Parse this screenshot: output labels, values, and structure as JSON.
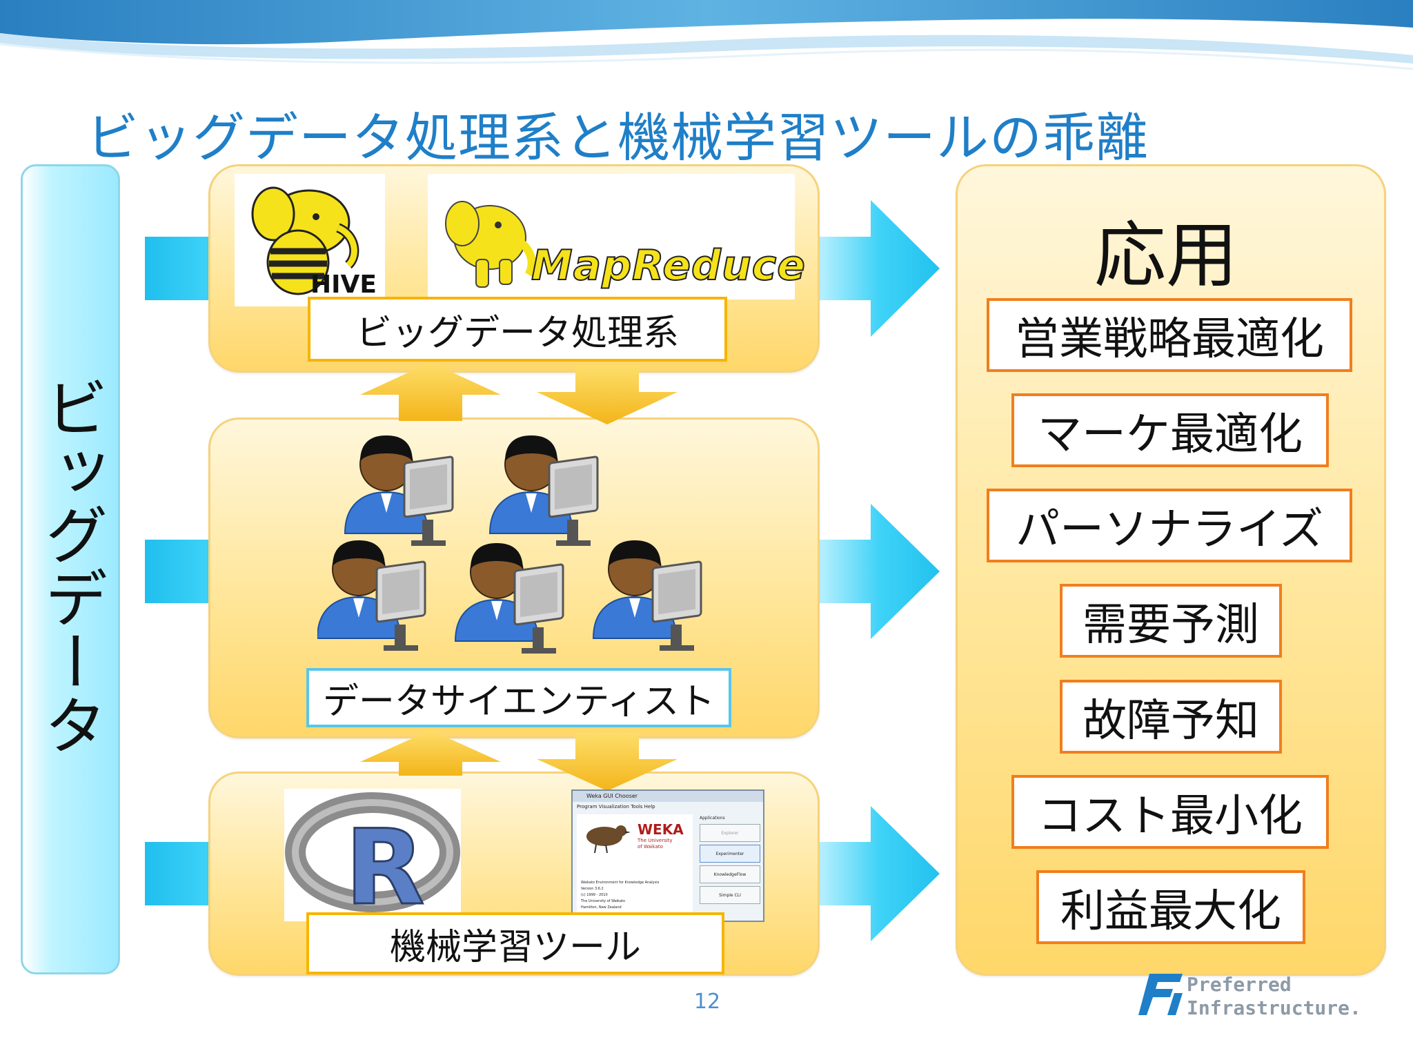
{
  "slide": {
    "title": "ビッグデータ処理系と機械学習ツールの乖離",
    "page_number": "12"
  },
  "left_bar": {
    "label": "ビッグデータ"
  },
  "panels": {
    "processing": {
      "label": "ビッグデータ処理系",
      "hive_text": "HIVE",
      "mapreduce_text": "MapReduce"
    },
    "scientists": {
      "label": "データサイエンティスト"
    },
    "ml_tools": {
      "label": "機械学習ツール",
      "r_text": "R",
      "weka": {
        "window_title": "Weka GUI Chooser",
        "menu": "Program  Visualization  Tools  Help",
        "brand": "WEKA",
        "univ1": "The University",
        "univ2": "of Waikato",
        "apps_header": "Applications",
        "buttons": [
          "Explorer",
          "Experimenter",
          "KnowledgeFlow",
          "Simple CLI"
        ],
        "info1": "Waikato Environment for Knowledge Analysis",
        "info2": "Version 3.6.2",
        "info3": "(c) 1999 - 2010",
        "info4": "The University of Waikato",
        "info5": "Hamilton, New Zealand"
      }
    }
  },
  "applications": {
    "title": "応用",
    "items": [
      "営業戦略最適化",
      "マーケ最適化",
      "パーソナライズ",
      "需要予測",
      "故障予知",
      "コスト最小化",
      "利益最大化"
    ]
  },
  "logo": {
    "line1": "Preferred",
    "line2": "Infrastructure."
  },
  "colors": {
    "title": "#1f7fc8",
    "panel_fill": "#ffe69a",
    "label_border": "#f6b500",
    "scientist_label_border": "#58c6ea",
    "app_border": "#f17e1c",
    "arrow_cyan": "#27c3ee",
    "arrow_yellow": "#f6be24"
  }
}
